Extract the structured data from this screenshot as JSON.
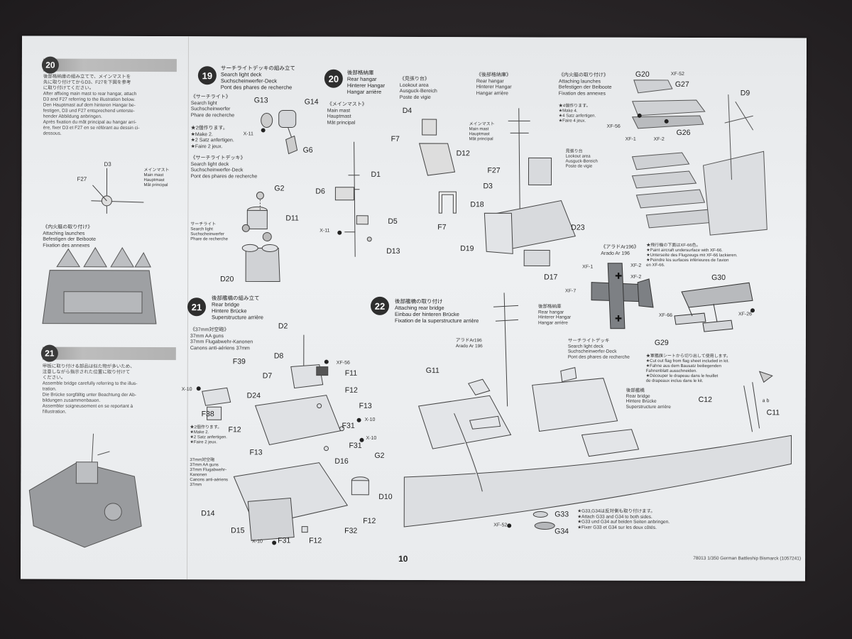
{
  "page_number": "10",
  "footer": "78013 1/350 German Battleship Bismarck (1057241)",
  "left_column": {
    "step20": {
      "number": "20",
      "text": "後部格納庫の組み立てで、メインマストを\n先に取り付けてからD3、F27を下図を参考\nに取り付けてください。\nAfter affixing main mast to rear hangar, attach\nD3 and F27 referring to the illustration below.\nDen Hauptmast auf dem hinteren Hangar be-\nfestigen, D3 und F27 entsprechend unterste-\nhender Abbildung anbringen.\nAprès fixation du mât principal au hangar arri-\nère, fixer D3 et F27 en se référant au dessin ci-\ndessous."
    },
    "mast_part_d3": "D3",
    "mast_part_f27": "F27",
    "mast_label": "メインマスト\nMain mast\nHauptmast\nMât principal",
    "launch_block": "《内火艇の取り付け》\nAttaching launches\nBefestigen der Beiboote\nFixation des annexes",
    "step21": {
      "number": "21",
      "text": "甲板に取り付ける部品は似た物が多いため、\n注意しながら指示された位置に取り付けて\nください。\nAssemble bridge carefully referring to the illus-\ntration.\nDie Brücke sorgfältig unter Beachtung der Ab-\nbildungen zusammenbauen.\nAssembler soigneusement en se reportant à\nl'illustration."
    }
  },
  "step19": {
    "number": "19",
    "title": "サーチライトデッキの組み立て\nSearch light deck\nSuchscheinwerfer-Deck\nPont des phares de recherche",
    "searchlight_block": "《サーチライト》\nSearch light\nSuchscheinwerfer\nPhare de recherche",
    "make2": "★2個作ります。\n★Make 2.\n★2 Satz anfertigen.\n★Faire 2 jeux.",
    "deck_block": "《サーチライトデッキ》\nSearch light deck\nSuchscheinwerfer-Deck\nPont des phares de recherche",
    "searchlight_label2": "サーチライト\nSearch light\nSuchscheinwerfer\nPhare de recherche",
    "parts": {
      "g13": "G13",
      "g14": "G14",
      "g6": "G6",
      "x11": "X-11",
      "g2": "G2",
      "d11": "D11",
      "d20": "D20"
    }
  },
  "step20": {
    "number": "20",
    "title": "後部格納庫\nRear hangar\nHinterer Hangar\nHangar arrière",
    "main_mast": "《メインマスト》\nMain mast\nHauptmast\nMât principal",
    "lookout": "《見張り台》\nLookout area\nAusguck-Bereich\nPoste de vigie",
    "rear_hangar_2": "《後部格納庫》\nRear hangar\nHinterer Hangar\nHangar arrière",
    "main_mast_2": "メインマスト\nMain mast\nHauptmast\nMât principal",
    "lookout_2": "見張り台\nLookout area\nAusguck-Bereich\nPoste de vigie",
    "parts": {
      "d1": "D1",
      "d6": "D6",
      "d5": "D5",
      "d13": "D13",
      "x11": "X-11",
      "d4": "D4",
      "f7a": "F7",
      "d12": "D12",
      "f7b": "F7",
      "f27": "F27",
      "d3": "D3",
      "d18": "D18",
      "d23": "D23",
      "d19": "D19",
      "d17": "D17"
    }
  },
  "launches": {
    "title": "《内火艇の取り付け》\nAttaching launches\nBefestigen der Beiboote\nFixation des annexes",
    "make4": "★4個作ります。\n★Make 4.\n★4 Satz anfertigen.\n★Faire 4 jeux.",
    "parts": {
      "g20": "G20",
      "xf52": "XF-52",
      "g27": "G27",
      "g26": "G26",
      "xf56": "XF-56",
      "xf1": "XF-1",
      "xf2": "XF-2",
      "d9": "D9"
    }
  },
  "arado": {
    "title": "《アラドAr196》\nArado Ar 196",
    "note": "★飛行機の下面はXF-66色。\n★Paint aircraft undersurface with XF-66.\n★Unterseite des Flugzeugs mit XF-66 lackieren.\n★Peindre les surfaces inférieures de l'avion\nen XF-66.",
    "parts": {
      "xf1": "XF-1",
      "xf2a": "XF-2",
      "xf2b": "XF-2",
      "xf7": "XF-7",
      "g30": "G30",
      "xf66": "XF-66",
      "xf26": "XF-26",
      "g29": "G29"
    },
    "flag_note": "★軍艦旗シートから切り出して使用します。\n★Cut out flag from flag sheet included in kit.\n★Fahne aus dem Bausatz beiliegenden\nFahnenblatt ausschneiden.\n★Découper le drapeau dans le feuillet\nde drapeaux inclus dans le kit."
  },
  "step21": {
    "number": "21",
    "title": "後部艦橋の組み立て\nRear bridge\nHintere Brücke\nSuperstructure arrière",
    "aa_block": "《37mm対空砲》\n37mm AA guns\n37mm Flugabwehr-Kanonen\nCanons anti-aériens 37mm",
    "make2": "★2個作ります。\n★Make 2.\n★2 Satz anfertigen.\n★Faire 2 jeux.",
    "aa_block2": "37mm対空砲\n37mm AA guns\n37mm Flugabwehr-\nKanonen\nCanons anti-aériens\n37mm",
    "parts": {
      "d2": "D2",
      "d8": "D8",
      "xf56": "XF-56",
      "f11": "F11",
      "f39": "F39",
      "x10a": "X-10",
      "d7": "D7",
      "f12a": "F12",
      "d24": "D24",
      "f13a": "F13",
      "f38": "F38",
      "x10b": "X-10",
      "f31a": "F31",
      "f12b": "F12",
      "x10c": "X-10",
      "f13b": "F13",
      "f31b": "F31",
      "g2": "G2",
      "d16": "D16",
      "d10": "D10",
      "d14": "D14",
      "f12c": "F12",
      "d15": "D15",
      "f32": "F32",
      "x10d": "X-10",
      "f31c": "F31",
      "f12d": "F12"
    }
  },
  "step22": {
    "number": "22",
    "title": "後部艦橋の取り付け\nAttaching rear bridge\nEinbau der hinteren Brücke\nFixation de la superstructure arrière",
    "rear_hangar": "後部格納庫\nRear hangar\nHinterer Hangar\nHangar arrière",
    "arado": "アラドAr196\nArado Ar 196",
    "searchlight_deck": "サーチライトデッキ\nSearch light deck\nSuchscheinwerfer-Deck\nPont des phares de recherche",
    "rear_bridge": "後部艦橋\nRear bridge\nHintere Brücke\nSuperstructure arrière",
    "g33_note": "★G33,G34は反対側も取り付けます。\n★Attach G33 and G34 to both sides.\n★G33 und G34 auf beiden Seiten anbringen.\n★Fixer G33 et G34 sur les deux côtés.",
    "parts": {
      "g11": "G11",
      "c12": "C12",
      "c11": "C11",
      "ab": "a b",
      "g33": "G33",
      "g34": "G34",
      "xf52": "XF-52"
    }
  }
}
